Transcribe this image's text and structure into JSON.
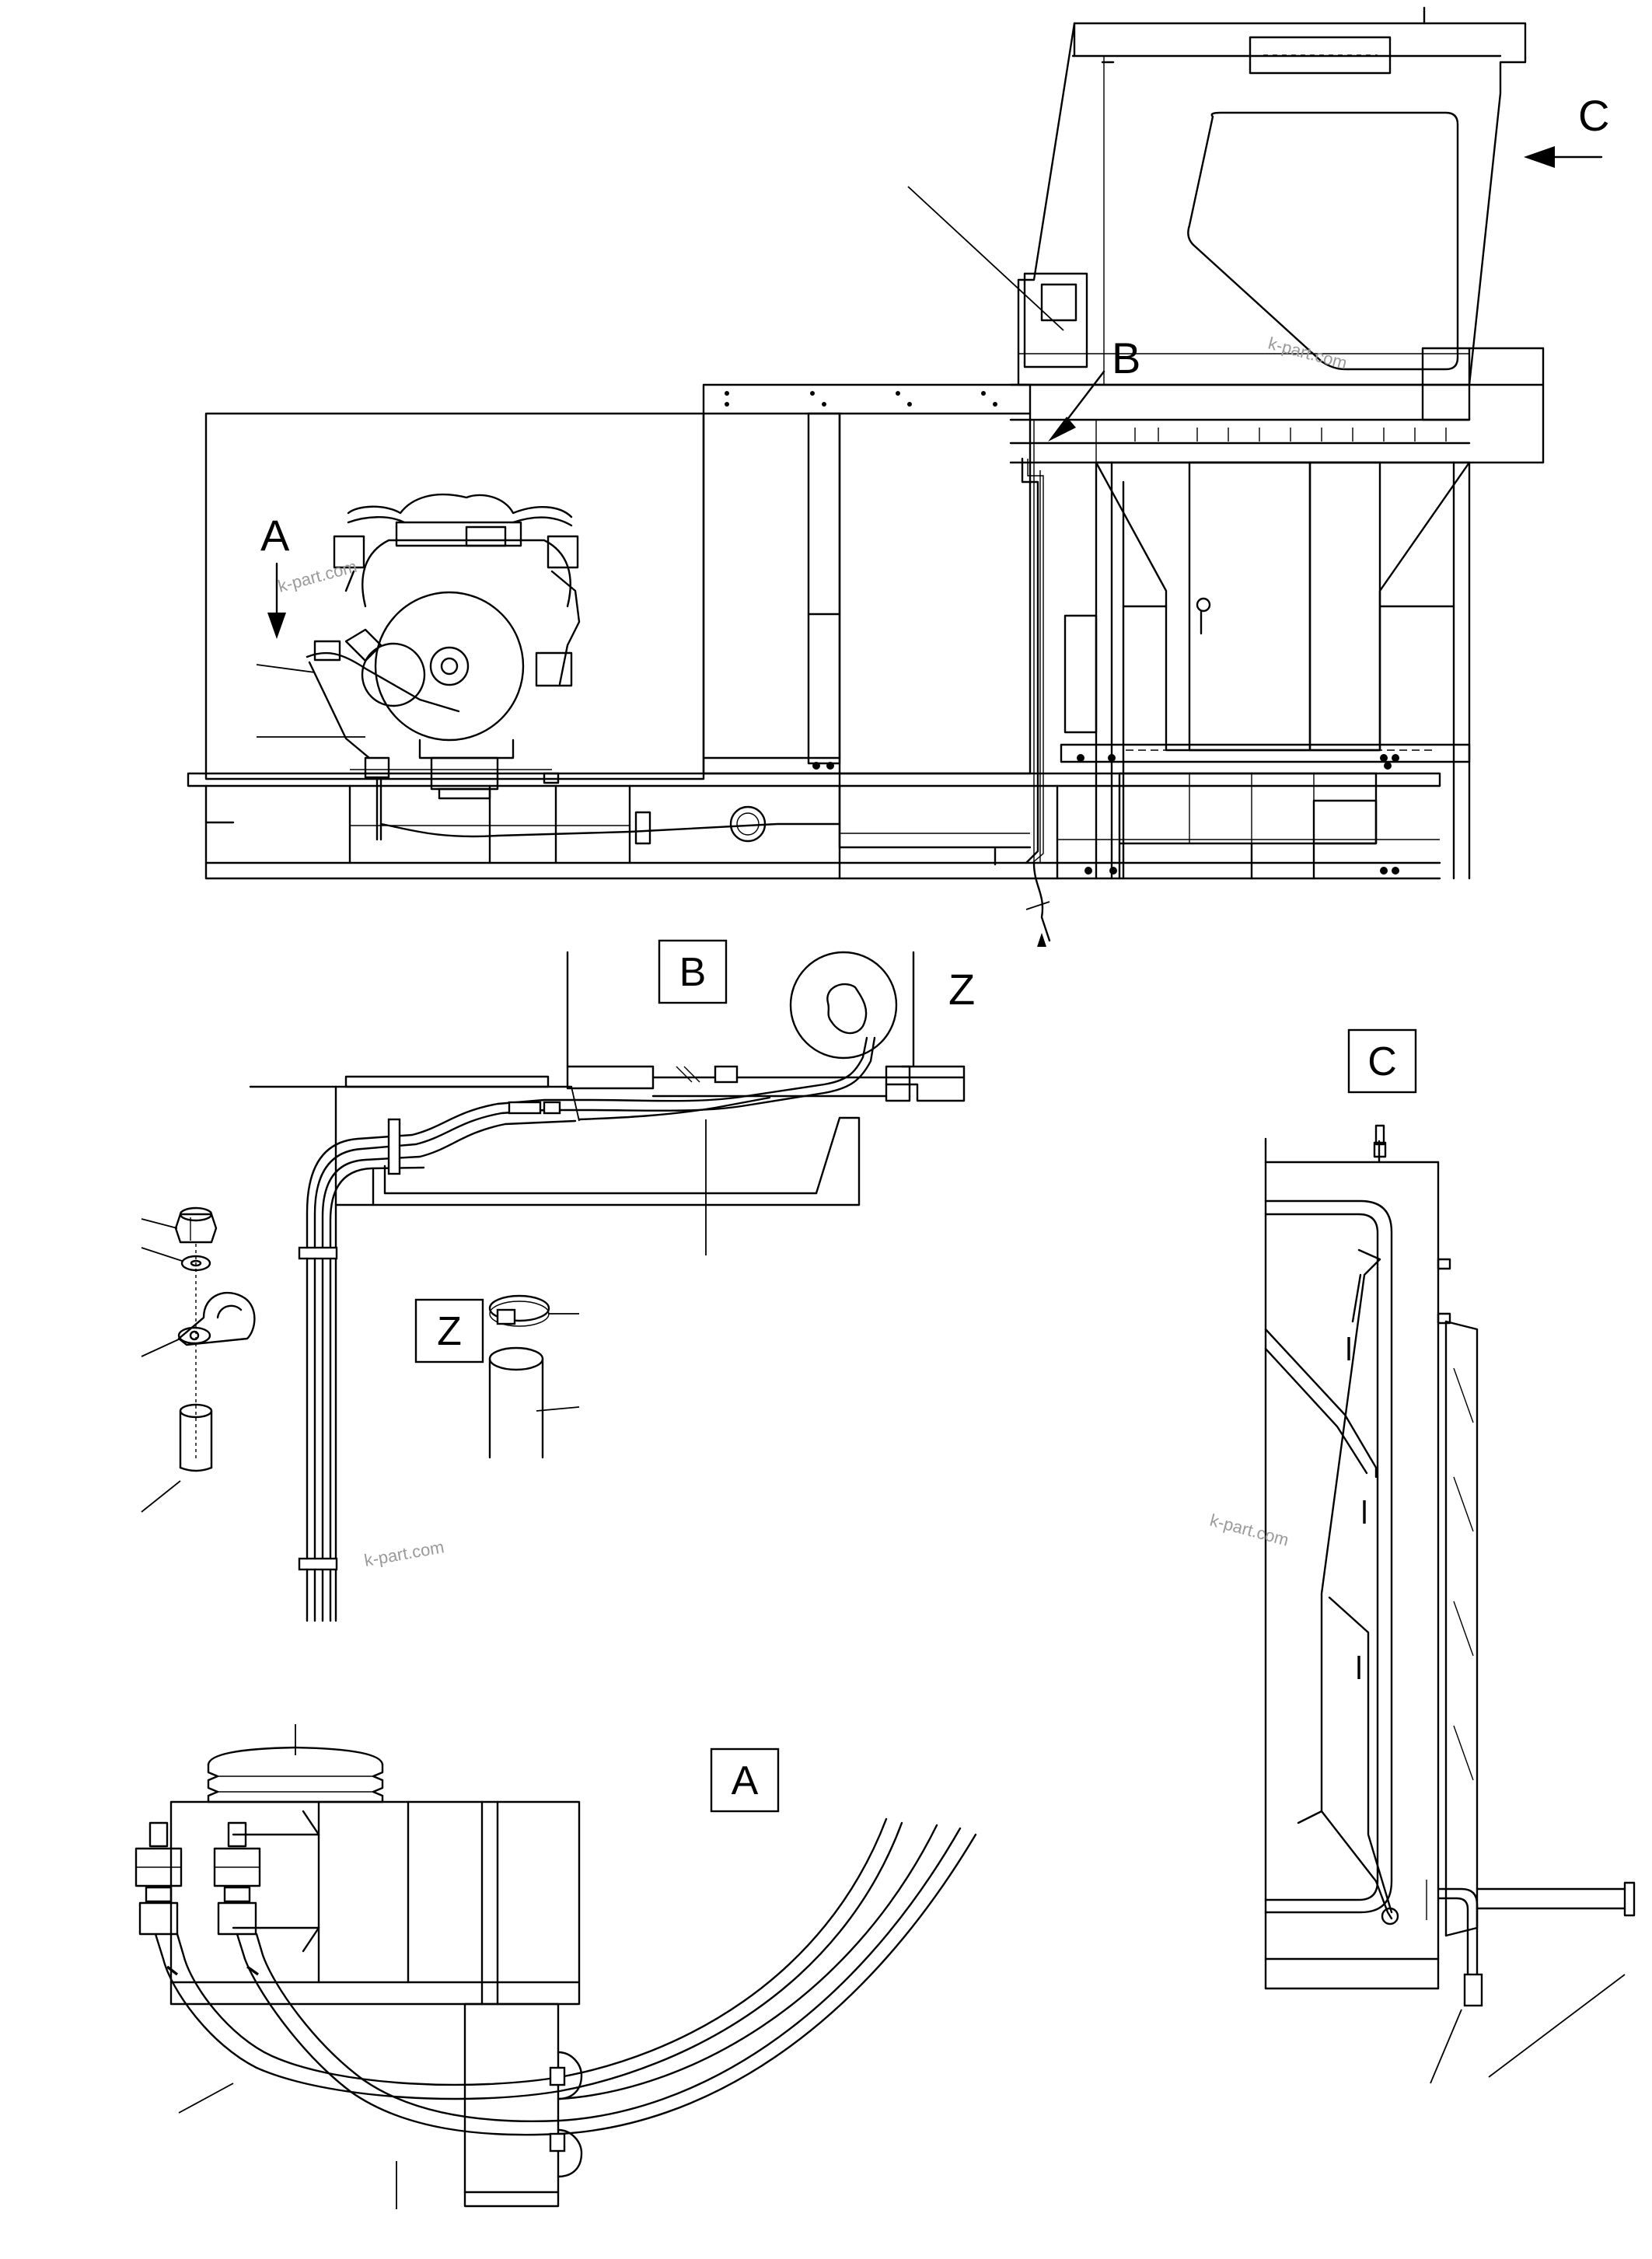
{
  "view_labels": {
    "a": "A",
    "b": "B",
    "c": "C",
    "z": "Z"
  },
  "detail_titles": {
    "b": "B",
    "a": "A",
    "z": "Z",
    "c": "C"
  },
  "watermark": "k-part.com"
}
